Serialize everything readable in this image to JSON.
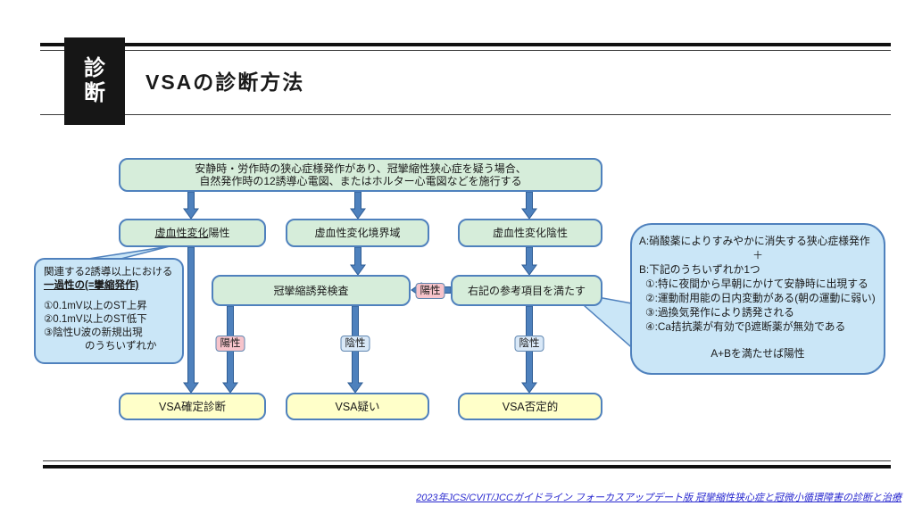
{
  "header": {
    "tag_chars": [
      "診",
      "断"
    ],
    "title": "VSAの診断方法"
  },
  "flow": {
    "start": {
      "line1": "安静時・労作時の狭心症様発作があり、冠攣縮性狭心症を疑う場合、",
      "line2": "自然発作時の12誘導心電図、またはホルター心電図などを施行する"
    },
    "ischemic_positive": {
      "underlined": "虚血性変化",
      "rest": "陽性"
    },
    "ischemic_borderline": "虚血性変化境界域",
    "ischemic_negative": "虚血性変化陰性",
    "provocation_test": "冠攣縮誘発検査",
    "reference_items": "右記の参考項目を満たす",
    "badge_positive": "陽性",
    "badge_negative": "陰性",
    "result_confirmed": "VSA確定診断",
    "result_suspected": "VSA疑い",
    "result_negative": "VSA否定的"
  },
  "left_callout": {
    "line1": "関連する2誘導以上における",
    "line2": "一過性の(=攣縮発作)",
    "items": [
      "①0.1mV以上のST上昇",
      "②0.1mV以上のST低下",
      "③陰性U波の新規出現"
    ],
    "suffix": "のうちいずれか"
  },
  "right_callout": {
    "line_a": "A:硝酸薬によりすみやかに消失する狭心症様発作",
    "plus": "＋",
    "line_b": "B:下記のうちいずれか1つ",
    "items": [
      "①:特に夜間から早朝にかけて安静時に出現する",
      "②:運動耐用能の日内変動がある(朝の運動に弱い)",
      "③:過換気発作により誘発される",
      "④:Ca拮抗薬が有効でβ遮断薬が無効である"
    ],
    "conclusion": "A+Bを満たせば陽性"
  },
  "footer": {
    "citation": "2023年JCS/CVIT/JCCガイドライン フォーカスアップデート版 冠攣縮性狭心症と冠微小循環障害の診断と治療"
  },
  "colors": {
    "box_green": "#d6edda",
    "box_yellow": "#ffffc9",
    "border_blue": "#4f81bd",
    "arrow_blue": "#4e81bd",
    "badge_pink": "#f7c4cb",
    "badge_blue": "#d9e8f7",
    "callout_blue": "#cae6f7",
    "link_blue": "#2727cf"
  }
}
